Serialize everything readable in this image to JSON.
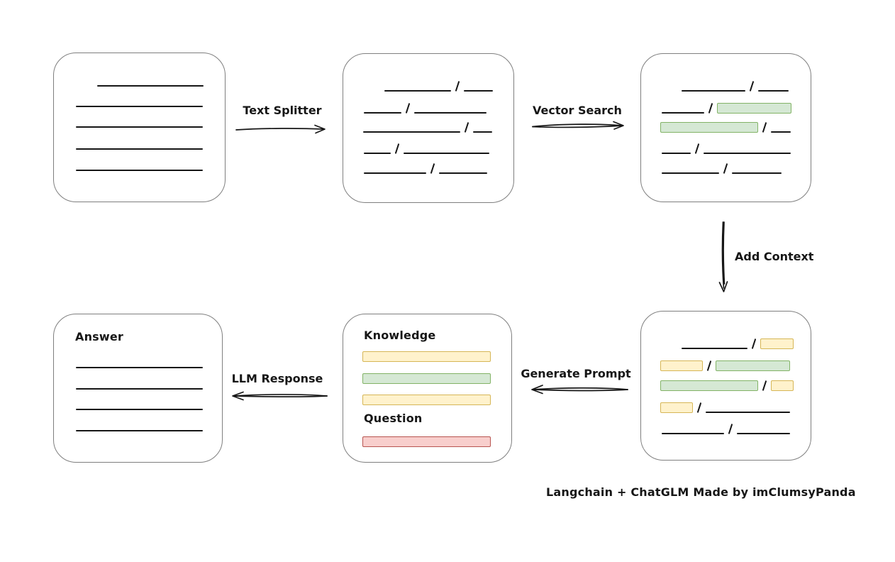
{
  "caption": "Langchain + ChatGLM Made by imClumsyPanda",
  "nodes": {
    "document": {
      "id": "document"
    },
    "chunks": {
      "id": "chunks"
    },
    "matched_chunks": {
      "id": "matched-chunks"
    },
    "context_chunks": {
      "id": "context-chunks"
    },
    "prompt": {
      "id": "prompt",
      "knowledge_label": "Knowledge",
      "question_label": "Question"
    },
    "answer": {
      "id": "answer",
      "label": "Answer"
    }
  },
  "edges": [
    {
      "label": "Text Splitter",
      "from": "document",
      "to": "chunks",
      "direction": "right"
    },
    {
      "label": "Vector Search",
      "from": "chunks",
      "to": "matched-chunks",
      "direction": "right"
    },
    {
      "label": "Add Context",
      "from": "matched-chunks",
      "to": "context-chunks",
      "direction": "down"
    },
    {
      "label": "Generate Prompt",
      "from": "context-chunks",
      "to": "prompt",
      "direction": "left"
    },
    {
      "label": "LLM Response",
      "from": "prompt",
      "to": "answer",
      "direction": "left"
    }
  ],
  "colors": {
    "green_fill": "#d5e8d4",
    "green_border": "#82b366",
    "yellow_fill": "#fff2cc",
    "yellow_border": "#d6b656",
    "red_fill": "#f8cecc",
    "red_border": "#b85450",
    "box_border": "#7f7f7f",
    "ink": "#161616",
    "background": "#ffffff"
  }
}
